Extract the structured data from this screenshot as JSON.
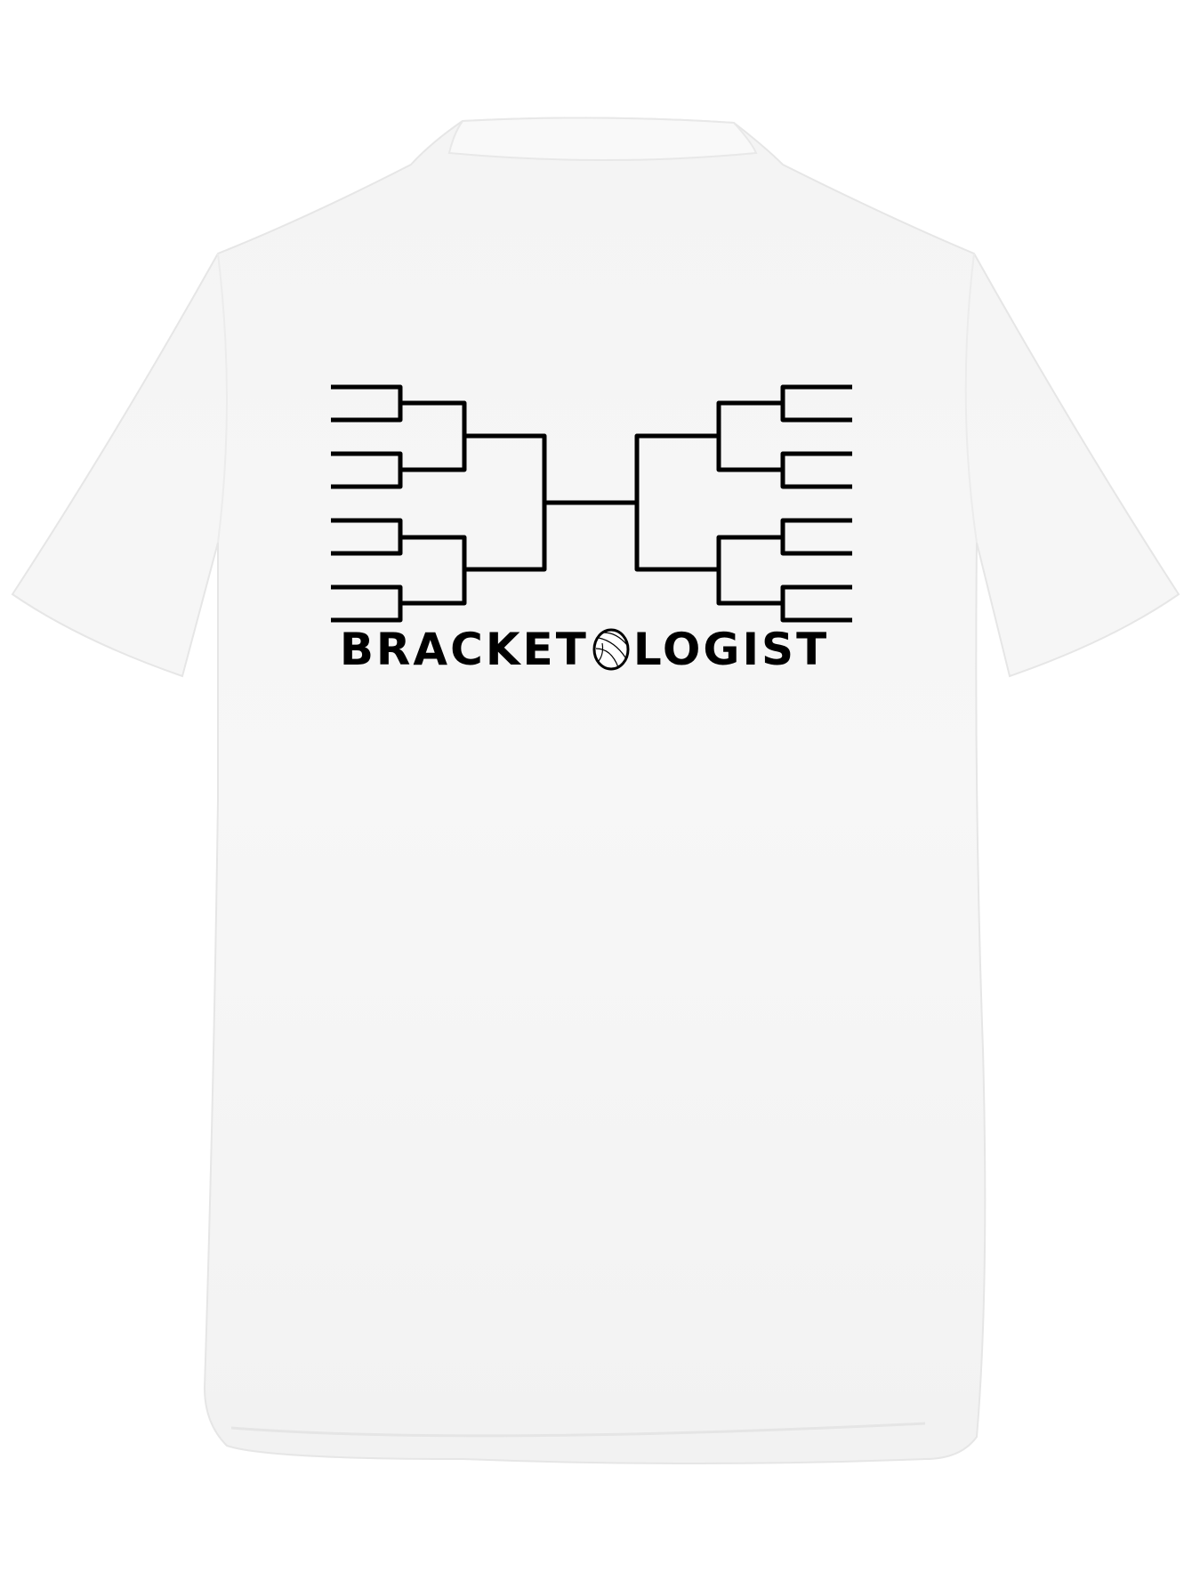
{
  "product": {
    "type": "t-shirt",
    "view": "back",
    "color": "#ffffff"
  },
  "print": {
    "graphic": "tournament-bracket",
    "bracket": {
      "left_teams": 8,
      "right_teams": 8,
      "line_color": "#000000"
    },
    "text_before_ball": "BRACKET",
    "text_after_ball": "LOGIST",
    "full_text": "BRACKETOLOGIST",
    "ball_icon": "basketball-icon"
  }
}
